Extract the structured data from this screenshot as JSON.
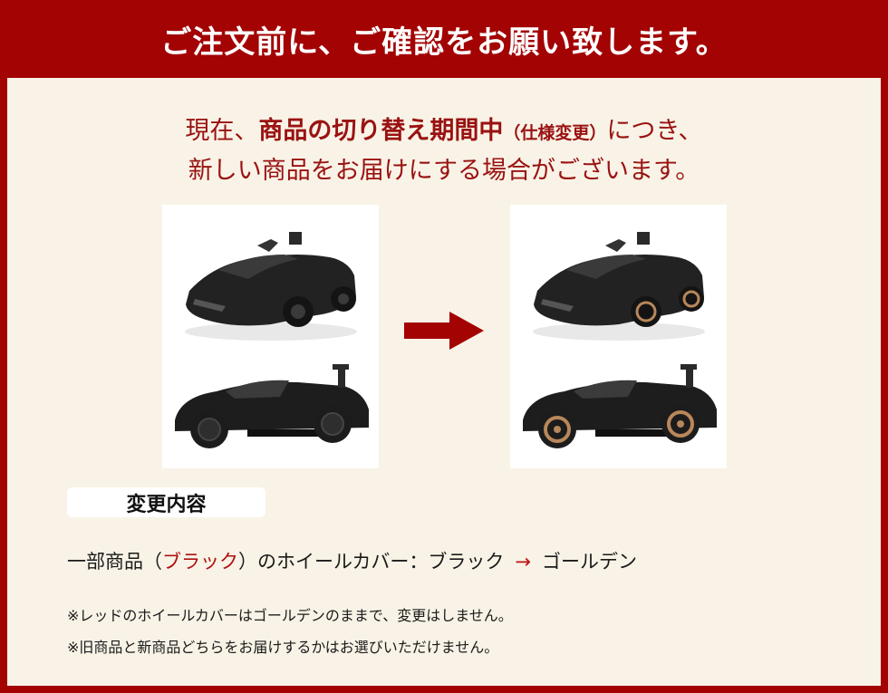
{
  "header": {
    "title": "ご注文前に、ご確認をお願い致します。"
  },
  "notice": {
    "line1_prefix": "現在、",
    "line1_bold": "商品の切り替え期間中",
    "line1_small": "（仕様変更）",
    "line1_suffix": "につき、",
    "line2": "新しい商品をお届けにする場合がございます。"
  },
  "images": {
    "before_icon": "black-ride-on-car-black-wheels",
    "after_icon": "black-ride-on-car-gold-wheels",
    "arrow_icon": "right-arrow-icon"
  },
  "changes": {
    "label": "変更内容",
    "prefix": "一部商品",
    "paren_open": "（",
    "color_name": "ブラック",
    "paren_close": "）",
    "middle": "のホイールカバー：ブラック",
    "arrow": "→",
    "result": "ゴールデン"
  },
  "notes": [
    "※レッドのホイールカバーはゴールデンのままで、変更はしません。",
    "※旧商品と新商品どちらをお届けするかはお選びいただけません。"
  ],
  "colors": {
    "header_bg": "#a30303",
    "panel_bg": "#f8f3e6",
    "notice_text": "#9a1212",
    "arrow": "#a30303",
    "wheel_black": "#1c1c1c",
    "wheel_gold": "#b8875a"
  }
}
